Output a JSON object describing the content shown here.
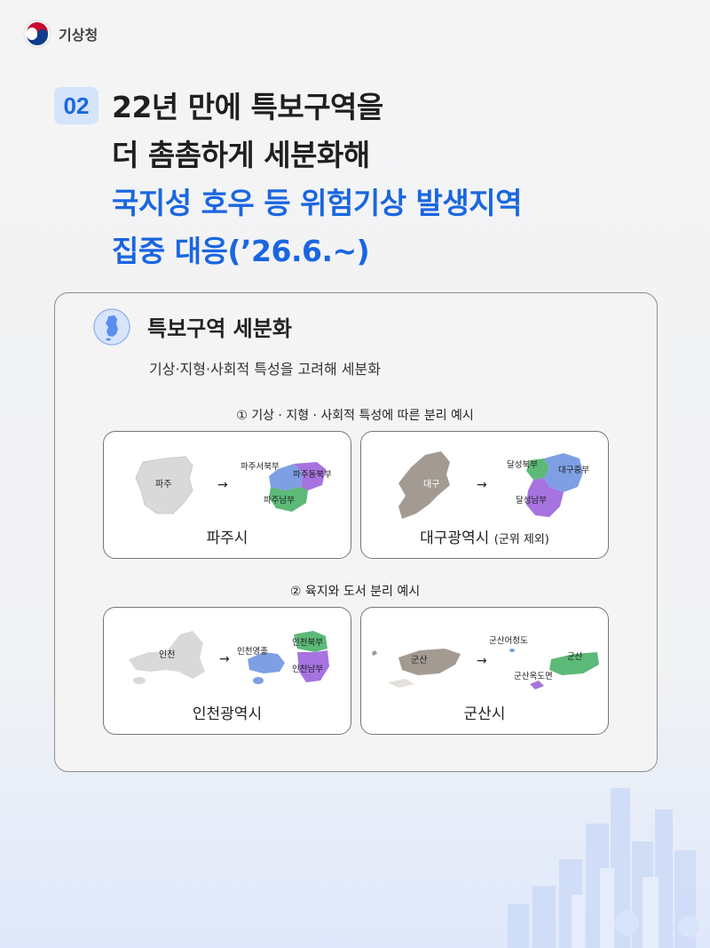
{
  "header": {
    "org_name": "기상청"
  },
  "badge": "02",
  "headline": {
    "line1": "22년 만에 특보구역을",
    "line2": "더 촘촘하게 세분화해",
    "line3": "국지성 호우 등 위험기상 발생지역",
    "line4": "집중 대응(’26.6.~)"
  },
  "card": {
    "title": "특보구역 세분화",
    "subtitle": "기상·지형·사회적 특성을 고려해 세분화",
    "section1": "① 기상 · 지형 · 사회적 특성에 따른 분리 예시",
    "section2": "② 육지와 도서 분리 예시",
    "examples": [
      {
        "name": "파주시",
        "note": "",
        "before": "파주",
        "after": [
          "파주서북부",
          "파주동북부",
          "파주남부"
        ]
      },
      {
        "name": "대구광역시",
        "note": "(군위 제외)",
        "before": "대구",
        "after": [
          "달성북부",
          "대구중부",
          "달성남부"
        ]
      },
      {
        "name": "인천광역시",
        "note": "",
        "before": "인천",
        "after": [
          "인천영종",
          "인천북부",
          "인천남부"
        ]
      },
      {
        "name": "군산시",
        "note": "",
        "before": "군산",
        "after": [
          "군산어청도",
          "군산",
          "군산옥도면"
        ]
      }
    ]
  },
  "arrow": "→",
  "colors": {
    "accent": "#1a66e0",
    "green": "#5cb978",
    "purple": "#a673e0",
    "blue": "#7e9fe3",
    "gray": "#d9d9d9",
    "brown": "#a39a92"
  }
}
